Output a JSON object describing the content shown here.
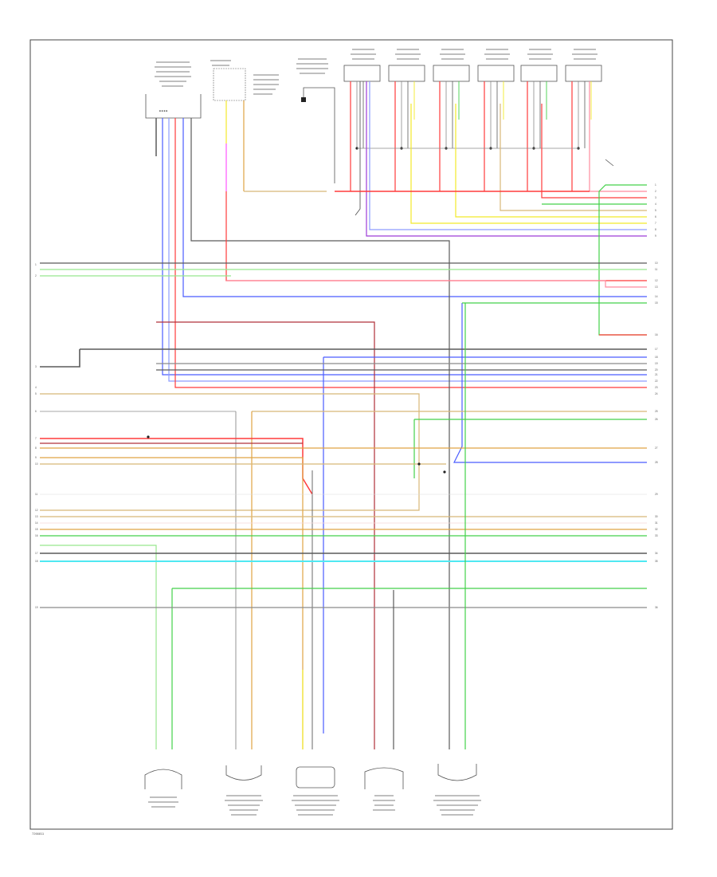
{
  "diagram": {
    "footer_code": "7266811",
    "colors": {
      "red": "#ff3b3b",
      "pink": "#ff8b9e",
      "blue": "#4a5cff",
      "light_blue": "#8d9cff",
      "yellow": "#f2ea2a",
      "green": "#43d14a",
      "light_green": "#98e68e",
      "orange": "#e0a444",
      "tan": "#d8b877",
      "violet": "#9d3dd8",
      "magenta": "#ff55ff",
      "gray": "#8a8a8a",
      "dark_gray": "#5a5a5a",
      "cyan": "#4fe8f2",
      "black": "#222222",
      "darkred": "#b0303a"
    },
    "left_pins": [
      "1",
      "2",
      "3",
      "4",
      "5",
      "6",
      "7",
      "8",
      "9",
      "10",
      "11",
      "12",
      "13",
      "14",
      "15",
      "16",
      "17",
      "18",
      "19"
    ],
    "right_pins": [
      "1",
      "2",
      "3",
      "4",
      "5",
      "6",
      "7",
      "8",
      "9",
      "10",
      "11",
      "12",
      "13",
      "14",
      "15",
      "16",
      "17",
      "18",
      "19",
      "20",
      "21",
      "22",
      "23",
      "24",
      "25",
      "26",
      "27",
      "28",
      "29",
      "30",
      "31",
      "32",
      "33",
      "34",
      "35",
      "36"
    ]
  }
}
